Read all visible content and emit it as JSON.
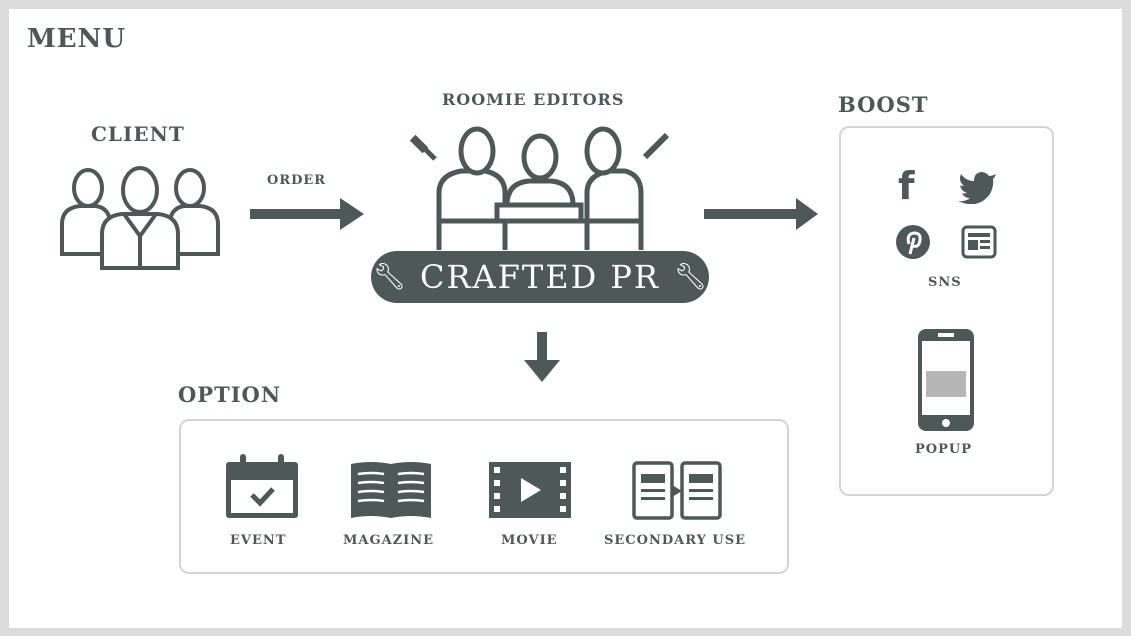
{
  "title": "MENU",
  "client": {
    "label": "CLIENT"
  },
  "order": {
    "label": "ORDER"
  },
  "editors": {
    "label": "ROOMIE EDITORS",
    "banner": "CRAFTED PR"
  },
  "boost": {
    "label": "BOOST",
    "sns_label": "SNS",
    "popup_label": "POPUP"
  },
  "option": {
    "label": "OPTION",
    "items": [
      {
        "label": "EVENT",
        "icon": "calendar-check-icon"
      },
      {
        "label": "MAGAZINE",
        "icon": "open-book-icon"
      },
      {
        "label": "MOVIE",
        "icon": "film-play-icon"
      },
      {
        "label": "SECONDARY USE",
        "icon": "document-transfer-icon"
      }
    ]
  },
  "colors": {
    "primary": "#4e5857",
    "border": "#d4d4d4",
    "background": "#ffffff"
  }
}
